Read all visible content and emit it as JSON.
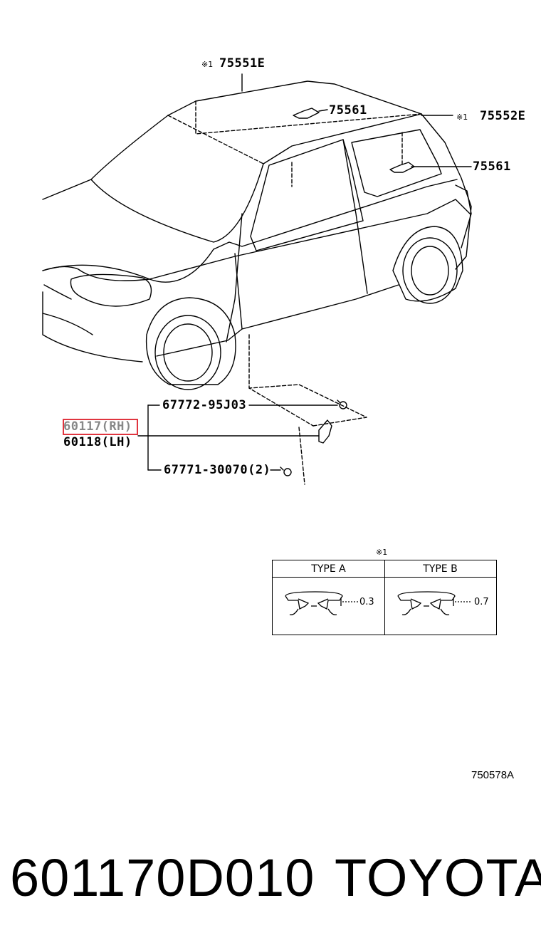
{
  "callouts": {
    "roof_ref_symbol": "※1",
    "roof_part": "75551E",
    "roof_clip_top": "75561",
    "side_ref_symbol": "※1",
    "side_part": "75552E",
    "roof_clip_side": "75561",
    "bolt_part": "67772-95J03",
    "mudguard_rh": "60117(RH)",
    "mudguard_lh": "60118(LH)",
    "clip_part": "67771-30070(2)"
  },
  "type_table": {
    "ref_symbol": "※1",
    "type_a": {
      "label": "TYPE A",
      "dimension": "0.3"
    },
    "type_b": {
      "label": "TYPE B",
      "dimension": "0.7"
    }
  },
  "diagram_code": "750578A",
  "footer": {
    "part_number": "601170D010",
    "brand": "TOYOTA"
  },
  "colors": {
    "highlight": "#e0353f",
    "line": "#000000",
    "highlight_text": "#888888"
  }
}
